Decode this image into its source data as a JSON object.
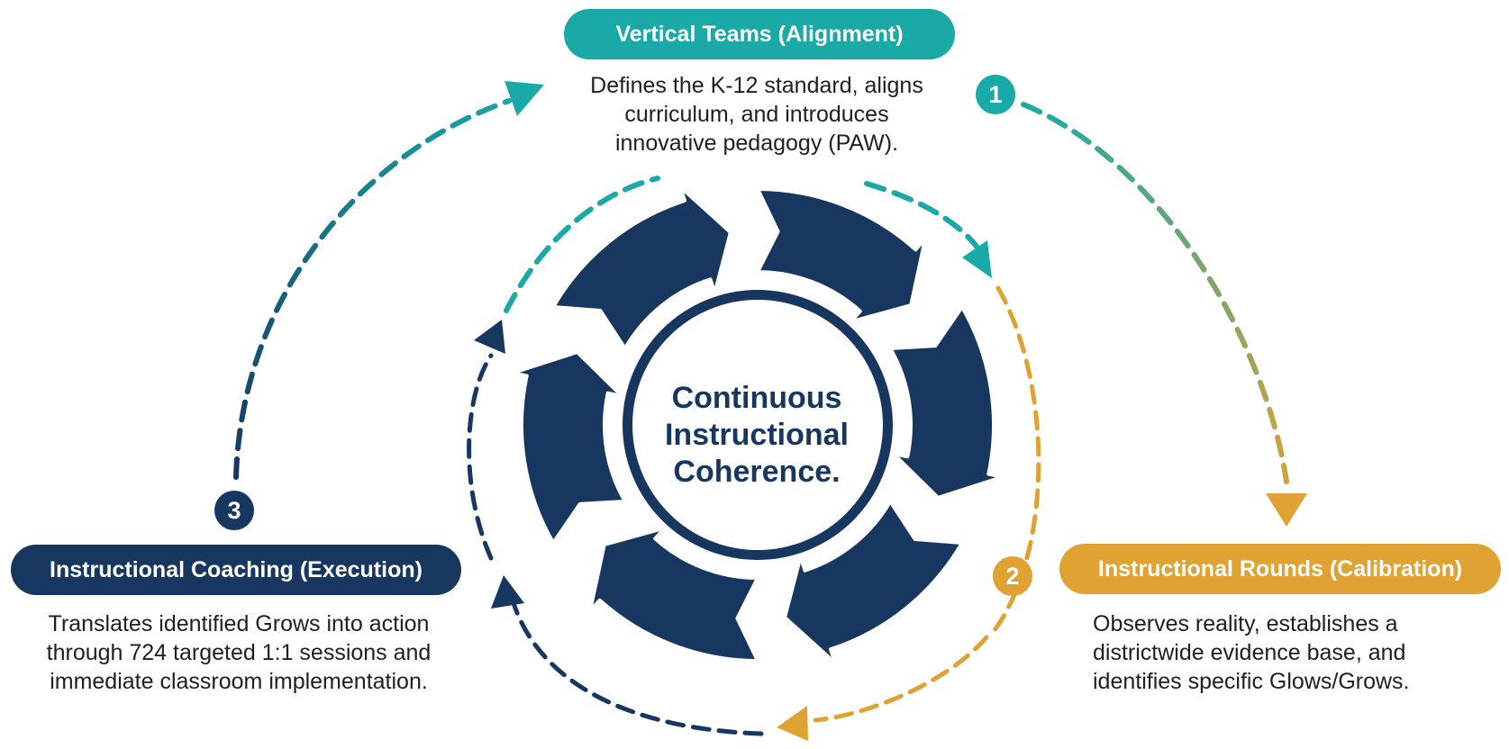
{
  "center": {
    "lines": [
      "Continuous",
      "Instructional",
      "Coherence."
    ]
  },
  "stages": [
    {
      "number": "1",
      "title": "Vertical Teams (Alignment)",
      "description": [
        "Defines the K-12 standard, aligns",
        "curriculum, and introduces",
        "innovative pedagogy (PAW)."
      ],
      "color": "#19a9a7"
    },
    {
      "number": "2",
      "title": "Instructional Rounds (Calibration)",
      "description": [
        "Observes reality, establishes a",
        "districtwide evidence base, and",
        "identifies specific Glows/Grows."
      ],
      "color": "#e0a232"
    },
    {
      "number": "3",
      "title": "Instructional Coaching (Execution)",
      "description": [
        "Translates identified Grows into action",
        "through 724 targeted 1:1 sessions and",
        "immediate classroom implementation."
      ],
      "color": "#173760"
    }
  ],
  "colors": {
    "navy": "#173760",
    "teal": "#19a9a7",
    "orange": "#e0a232",
    "text": "#1b1f2a"
  },
  "icons": {
    "cycle": "circular-arrows-icon",
    "connector": "dashed-arrow-icon"
  }
}
